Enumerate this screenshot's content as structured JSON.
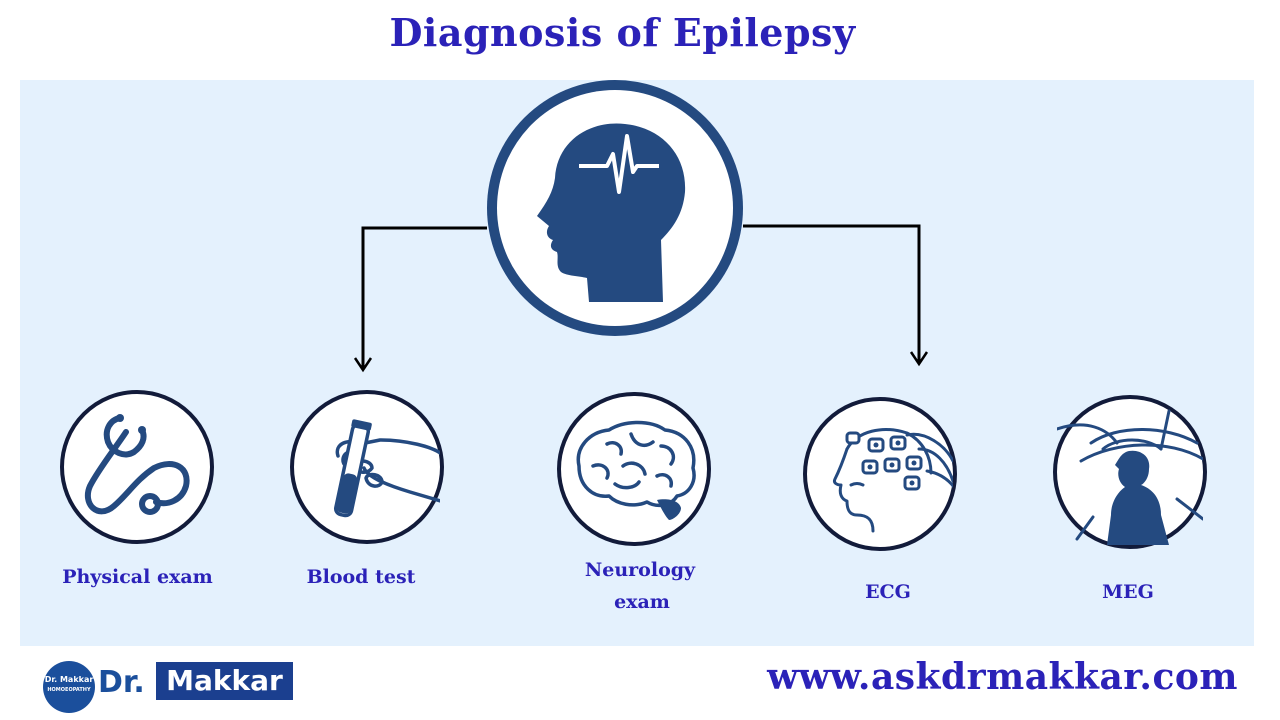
{
  "title": "Diagnosis of  Epilepsy",
  "colors": {
    "title_text": "#2b22b8",
    "panel_background": "#e4f1fd",
    "icon_navy": "#244a80",
    "circle_border": "#121b3a",
    "logo_blue": "#1b4f9c"
  },
  "center_icon": "head-with-brainwave-icon",
  "methods": [
    {
      "label": "Physical exam",
      "icon": "stethoscope-icon"
    },
    {
      "label": "Blood test",
      "icon": "blood-test-tube-icon"
    },
    {
      "label_line1": "Neurology",
      "label_line2": "exam",
      "icon": "brain-icon"
    },
    {
      "label": "ECG",
      "icon": "eeg-electrodes-head-icon"
    },
    {
      "label": "MEG",
      "icon": "meg-scanner-icon"
    }
  ],
  "logo": {
    "badge_line1": "Dr. Makkar",
    "badge_line2": "HOMOEOPATHY",
    "dr": "Dr.",
    "name": "Makkar"
  },
  "website": "www.askdrmakkar.com"
}
